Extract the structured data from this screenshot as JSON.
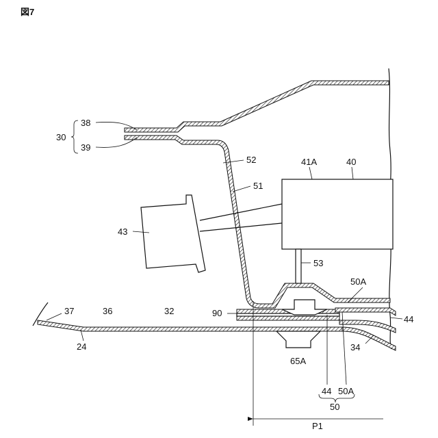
{
  "figure": {
    "title": "図7"
  },
  "labels": {
    "l30": "30",
    "l38": "38",
    "l39": "39",
    "l52": "52",
    "l51": "51",
    "l41A": "41A",
    "l40": "40",
    "l43": "43",
    "l53": "53",
    "l50A_top": "50A",
    "l37": "37",
    "l36": "36",
    "l32": "32",
    "l90": "90",
    "l44_right": "44",
    "l24": "24",
    "l34": "34",
    "l65A": "65A",
    "l44_bottom": "44",
    "l50A_bottom": "50A",
    "l50": "50",
    "lP1": "P1"
  }
}
